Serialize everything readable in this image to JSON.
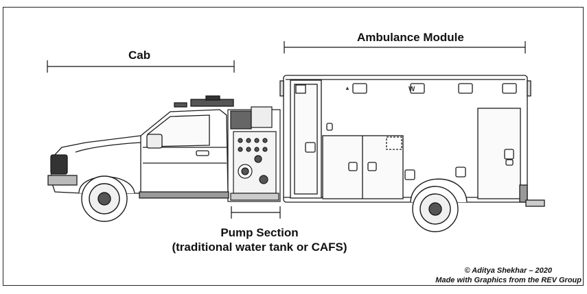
{
  "labels": {
    "cab": "Cab",
    "ambulance_module": "Ambulance Module",
    "pump_title": "Pump Section",
    "pump_subtitle": "(traditional water tank or CAFS)"
  },
  "credits": {
    "line1": "© Aditya Shekhar – 2020",
    "line2": "Made with Graphics from the REV Group"
  },
  "colors": {
    "line": "#1a1a1a",
    "fill_light": "#f2f2f2",
    "fill_dark": "#555555"
  }
}
